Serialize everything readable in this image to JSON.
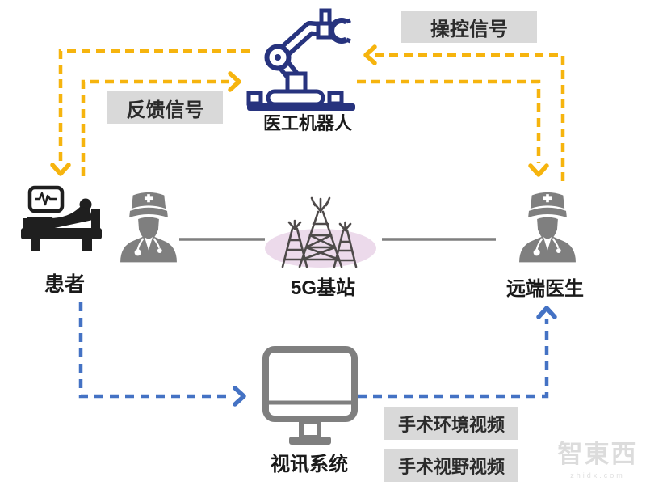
{
  "diagram": {
    "nodes": {
      "robot": "医工机器人",
      "patient": "患者",
      "base_station": "5G基站",
      "remote_doctor": "远端医生",
      "video_system": "视讯系统"
    },
    "signal_labels": {
      "control": "操控信号",
      "feedback": "反馈信号",
      "env_video": "手术环境视频",
      "view_video": "手术视野视频"
    },
    "flows": [
      {
        "from": "remote_doctor",
        "to": "robot",
        "label": "操控信号",
        "style": "dashed",
        "color": "yellow"
      },
      {
        "from": "patient",
        "to": "robot",
        "label": "反馈信号",
        "style": "dashed",
        "color": "yellow"
      },
      {
        "from": "robot",
        "to": "patient",
        "label": "",
        "style": "dashed",
        "color": "yellow"
      },
      {
        "from": "robot",
        "to": "remote_doctor",
        "label": "",
        "style": "dashed",
        "color": "yellow"
      },
      {
        "from": "patient",
        "to": "video_system",
        "label": "",
        "style": "dashed",
        "color": "blue"
      },
      {
        "from": "video_system",
        "to": "remote_doctor",
        "label": "手术环境视频 / 手术视野视频",
        "style": "dashed",
        "color": "blue"
      },
      {
        "from": "local_doctor",
        "to": "base_station",
        "label": "",
        "style": "solid",
        "color": "gray"
      },
      {
        "from": "base_station",
        "to": "remote_doctor",
        "label": "",
        "style": "solid",
        "color": "gray"
      }
    ],
    "colors": {
      "signal_yellow": "#F6B40E",
      "signal_blue": "#4472C4",
      "robot_navy": "#27337E",
      "icon_gray": "#7F7F7F",
      "patient_dark": "#1F1F1F",
      "tower_gray": "#4E4A4A",
      "station_pink": "#ECDAEB",
      "label_box_bg": "#D9D9D9"
    },
    "watermark": {
      "logo": "智東西",
      "domain": "zhidx.com"
    }
  }
}
